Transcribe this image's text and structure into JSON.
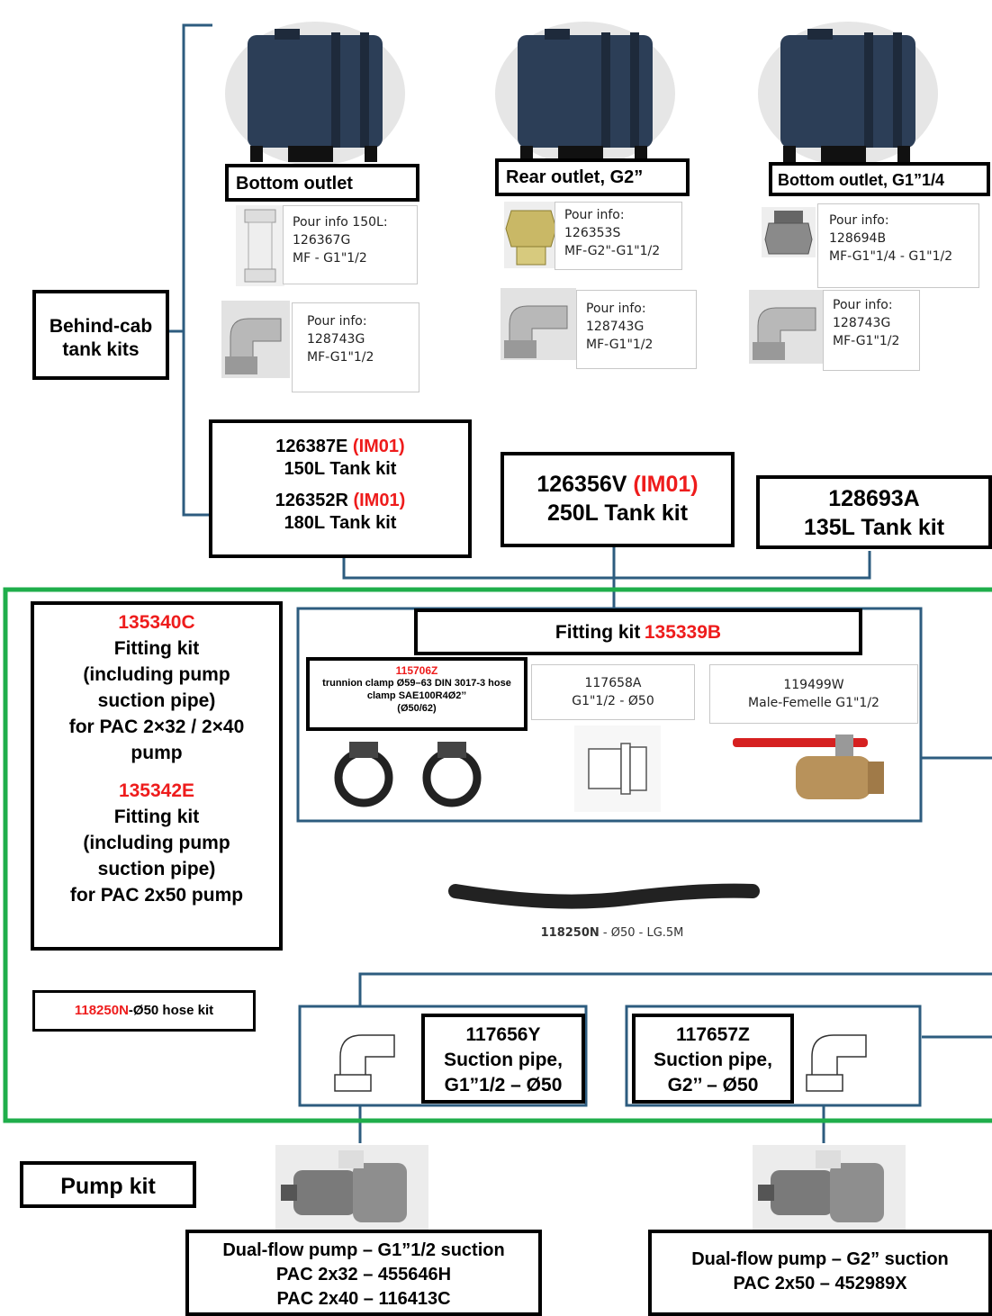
{
  "colors": {
    "accent_red": "#ee1c1c",
    "frame_green": "#1fae4b",
    "connector_blue": "#2d5c7f"
  },
  "behind_cab": {
    "line1": "Behind-cab",
    "line2": "tank kits"
  },
  "tanks": [
    {
      "outlet": "Bottom outlet",
      "fitting1": {
        "l1": "Pour info 150L:",
        "l2": "126367G",
        "l3": "MF - G1\"1/2"
      },
      "fitting2": {
        "l1": "Pour info:",
        "l2": "128743G",
        "l3": "MF-G1\"1/2"
      }
    },
    {
      "outlet": "Rear outlet, G2”",
      "fitting1": {
        "l1": "Pour info:",
        "l2": "126353S",
        "l3": "MF-G2\"-G1\"1/2"
      },
      "fitting2": {
        "l1": "Pour info:",
        "l2": "128743G",
        "l3": "MF-G1\"1/2"
      }
    },
    {
      "outlet": "Bottom outlet, G1”1/4",
      "fitting1": {
        "l1": "Pour info:",
        "l2": "128694B",
        "l3": "MF-G1\"1/4 - G1\"1/2"
      },
      "fitting2": {
        "l1": "Pour info:",
        "l2": "128743G",
        "l3": "MF-G1\"1/2"
      }
    }
  ],
  "kits": {
    "k1_code": "126387E",
    "k1_tag": "(IM01)",
    "k1_name": "150L Tank kit",
    "k2_code": "126352R",
    "k2_tag": "(IM01)",
    "k2_name": "180L Tank kit",
    "k3_code": "126356V",
    "k3_tag": "(IM01)",
    "k3_name": "250L Tank kit",
    "k4_code": "128693A",
    "k4_name": "135L Tank kit"
  },
  "left_panel": {
    "code1": "135340C",
    "desc1": [
      "Fitting kit",
      "(including pump",
      "suction pipe)",
      "for PAC 2×32 / 2×40",
      "pump"
    ],
    "code2": "135342E",
    "desc2": [
      "Fitting kit",
      "(including pump",
      "suction pipe)",
      "for PAC 2x50 pump"
    ]
  },
  "hose_kit": {
    "code": "118250N",
    "text": "-Ø50 hose kit"
  },
  "fitting_kit": {
    "label": "Fitting kit",
    "code": "135339B"
  },
  "clamp": {
    "code": "115706Z",
    "desc": "trunnion clamp Ø59–63 DIN 3017-3 hose clamp SAE100R4Ø2’’",
    "size": "(Ø50/62)"
  },
  "part_117658A": {
    "code": "117658A",
    "desc": "G1\"1/2 - Ø50"
  },
  "part_119499W": {
    "code": "119499W",
    "desc": "Male-Femelle  G1\"1/2"
  },
  "hose": {
    "code": "118250N",
    "desc": " - Ø50 - LG.5M"
  },
  "suction1": {
    "code": "117656Y",
    "l1": "Suction pipe,",
    "l2": "G1”1/2 – Ø50"
  },
  "suction2": {
    "code": "117657Z",
    "l1": "Suction pipe,",
    "l2": "G2’’ – Ø50"
  },
  "pump_kit": "Pump kit",
  "pump1": {
    "l1": "Dual-flow pump – G1”1/2 suction",
    "l2": "PAC 2x32 – 455646H",
    "l3": "PAC 2x40 – 116413C"
  },
  "pump2": {
    "l1": "Dual-flow pump – G2” suction",
    "l2": "PAC 2x50 – 452989X"
  }
}
